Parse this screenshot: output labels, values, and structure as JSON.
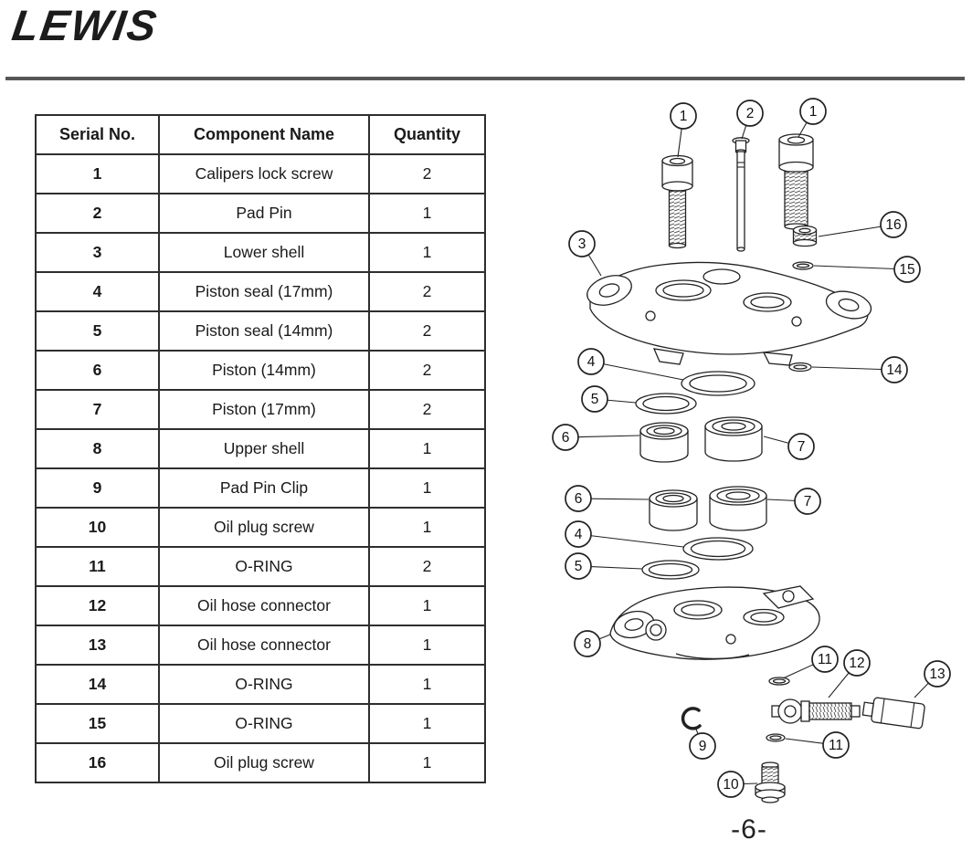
{
  "brand": {
    "logo": "LEWIS"
  },
  "page": {
    "number": "-6-"
  },
  "table": {
    "headers": [
      "Serial No.",
      "Component Name",
      "Quantity"
    ],
    "rows": [
      {
        "serial": "1",
        "name": "Calipers lock screw",
        "qty": "2"
      },
      {
        "serial": "2",
        "name": "Pad Pin",
        "qty": "1"
      },
      {
        "serial": "3",
        "name": "Lower shell",
        "qty": "1"
      },
      {
        "serial": "4",
        "name": "Piston seal (17mm)",
        "qty": "2"
      },
      {
        "serial": "5",
        "name": "Piston seal (14mm)",
        "qty": "2"
      },
      {
        "serial": "6",
        "name": "Piston (14mm)",
        "qty": "2"
      },
      {
        "serial": "7",
        "name": "Piston (17mm)",
        "qty": "2"
      },
      {
        "serial": "8",
        "name": "Upper shell",
        "qty": "1"
      },
      {
        "serial": "9",
        "name": "Pad Pin Clip",
        "qty": "1"
      },
      {
        "serial": "10",
        "name": "Oil plug screw",
        "qty": "1"
      },
      {
        "serial": "11",
        "name": "O-RING",
        "qty": "2"
      },
      {
        "serial": "12",
        "name": "Oil hose connector",
        "qty": "1"
      },
      {
        "serial": "13",
        "name": "Oil hose connector",
        "qty": "1"
      },
      {
        "serial": "14",
        "name": "O-RING",
        "qty": "1"
      },
      {
        "serial": "15",
        "name": "O-RING",
        "qty": "1"
      },
      {
        "serial": "16",
        "name": "Oil plug screw",
        "qty": "1"
      }
    ]
  },
  "diagram": {
    "callouts": [
      {
        "label": "1"
      },
      {
        "label": "2"
      },
      {
        "label": "1"
      },
      {
        "label": "16"
      },
      {
        "label": "15"
      },
      {
        "label": "3"
      },
      {
        "label": "4"
      },
      {
        "label": "5"
      },
      {
        "label": "6"
      },
      {
        "label": "7"
      },
      {
        "label": "14"
      },
      {
        "label": "6"
      },
      {
        "label": "7"
      },
      {
        "label": "4"
      },
      {
        "label": "5"
      },
      {
        "label": "8"
      },
      {
        "label": "11"
      },
      {
        "label": "12"
      },
      {
        "label": "13"
      },
      {
        "label": "9"
      },
      {
        "label": "11"
      },
      {
        "label": "10"
      }
    ]
  }
}
